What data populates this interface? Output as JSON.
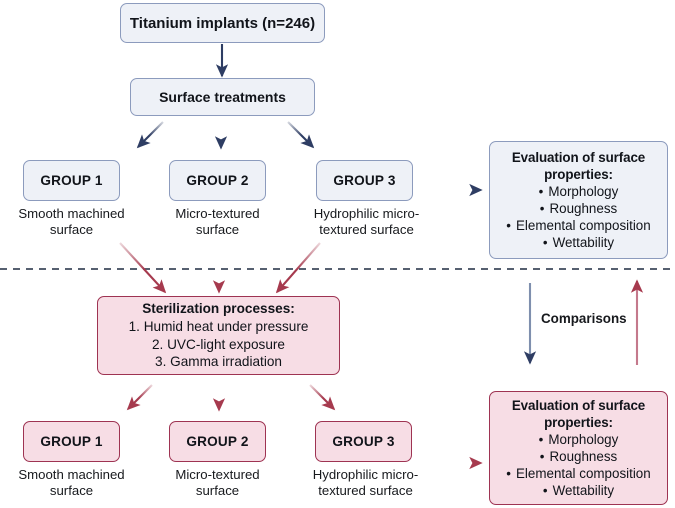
{
  "diagram": {
    "type": "flowchart",
    "title_box": {
      "label": "Titanium implants (n=246)"
    },
    "treatment_box": {
      "label": "Surface treatments"
    },
    "divider": {
      "style": "dashed",
      "color": "#3f4a5c"
    },
    "colors": {
      "blue_fill": "#eef1f7",
      "blue_border": "#8c9bbd",
      "blue_arrow": "#2e3d63",
      "pink_fill": "#f7dde5",
      "pink_border": "#9e3352",
      "pink_arrow": "#a63a4e",
      "text": "#17191d"
    },
    "top_groups": [
      {
        "label": "GROUP 1",
        "caption": "Smooth machined surface"
      },
      {
        "label": "GROUP 2",
        "caption": "Micro-textured surface"
      },
      {
        "label": "GROUP 3",
        "caption": "Hydrophilic micro-textured surface"
      }
    ],
    "bottom_groups": [
      {
        "label": "GROUP 1",
        "caption": "Smooth machined surface"
      },
      {
        "label": "GROUP 2",
        "caption": "Micro-textured surface"
      },
      {
        "label": "GROUP 3",
        "caption": "Hydrophilic micro-textured surface"
      }
    ],
    "evaluation_top": {
      "title": "Evaluation of surface properties:",
      "items": [
        "Morphology",
        "Roughness",
        "Elemental composition",
        "Wettability"
      ]
    },
    "evaluation_bottom": {
      "title": "Evaluation of surface properties:",
      "items": [
        "Morphology",
        "Roughness",
        "Elemental composition",
        "Wettability"
      ]
    },
    "sterilization": {
      "title": "Sterilization processes:",
      "items": [
        "1.  Humid heat under pressure",
        "2.  UVC-light exposure",
        "3.  Gamma irradiation"
      ]
    },
    "comparisons_label": "Comparisons"
  }
}
